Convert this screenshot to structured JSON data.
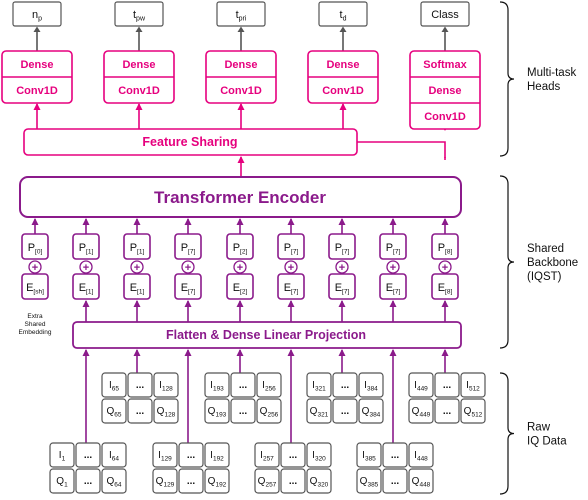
{
  "colors": {
    "magenta": "#e6007e",
    "purple": "#8b1a8b",
    "gray": "#555555",
    "black": "#111111"
  },
  "outputs": [
    {
      "main": "n",
      "sub": "p"
    },
    {
      "main": "t",
      "sub": "pw"
    },
    {
      "main": "t",
      "sub": "pri"
    },
    {
      "main": "t",
      "sub": "d"
    },
    {
      "main": "Class",
      "sub": ""
    }
  ],
  "heads": [
    [
      "Dense",
      "Conv1D"
    ],
    [
      "Dense",
      "Conv1D"
    ],
    [
      "Dense",
      "Conv1D"
    ],
    [
      "Dense",
      "Conv1D"
    ],
    [
      "Softmax",
      "Dense",
      "Conv1D"
    ]
  ],
  "feature_sharing": "Feature Sharing",
  "transformer": "Transformer Encoder",
  "pos_tokens": [
    {
      "main": "P",
      "sub": "[0]"
    },
    {
      "main": "P",
      "sub": "[1]"
    },
    {
      "main": "P",
      "sub": "[1]"
    },
    {
      "main": "P",
      "sub": "[7]"
    },
    {
      "main": "P",
      "sub": "[2]"
    },
    {
      "main": "P",
      "sub": "[7]"
    },
    {
      "main": "P",
      "sub": "[7]"
    },
    {
      "main": "P",
      "sub": "[7]"
    },
    {
      "main": "P",
      "sub": "[8]"
    }
  ],
  "emb_tokens": [
    {
      "main": "E",
      "sub": "[sh]"
    },
    {
      "main": "E",
      "sub": "[1]"
    },
    {
      "main": "E",
      "sub": "[1]"
    },
    {
      "main": "E",
      "sub": "[7]"
    },
    {
      "main": "E",
      "sub": "[2]"
    },
    {
      "main": "E",
      "sub": "[7]"
    },
    {
      "main": "E",
      "sub": "[7]"
    },
    {
      "main": "E",
      "sub": "[7]"
    },
    {
      "main": "E",
      "sub": "[8]"
    }
  ],
  "plus": "+",
  "extra_label": [
    "Extra",
    "Shared",
    "Embedding"
  ],
  "projection": "Flatten & Dense Linear Projection",
  "ellipsis": "...",
  "iq_upper": [
    {
      "i1": "65",
      "i2": "128",
      "q1": "65",
      "q2": "128"
    },
    {
      "i1": "193",
      "i2": "256",
      "q1": "193",
      "q2": "256"
    },
    {
      "i1": "321",
      "i2": "384",
      "q1": "321",
      "q2": "384"
    },
    {
      "i1": "449",
      "i2": "512",
      "q1": "449",
      "q2": "512"
    }
  ],
  "iq_lower": [
    {
      "i1": "1",
      "i2": "64",
      "q1": "1",
      "q2": "64"
    },
    {
      "i1": "129",
      "i2": "192",
      "q1": "129",
      "q2": "192"
    },
    {
      "i1": "257",
      "i2": "320",
      "q1": "257",
      "q2": "320"
    },
    {
      "i1": "385",
      "i2": "448",
      "q1": "385",
      "q2": "448"
    }
  ],
  "iq_letters": {
    "i": "I",
    "q": "Q"
  },
  "brackets": [
    {
      "lines": [
        "Multi-task",
        "Heads"
      ]
    },
    {
      "lines": [
        "Shared",
        "Backbone",
        "(IQST)"
      ]
    },
    {
      "lines": [
        "Raw",
        "IQ Data"
      ]
    }
  ]
}
